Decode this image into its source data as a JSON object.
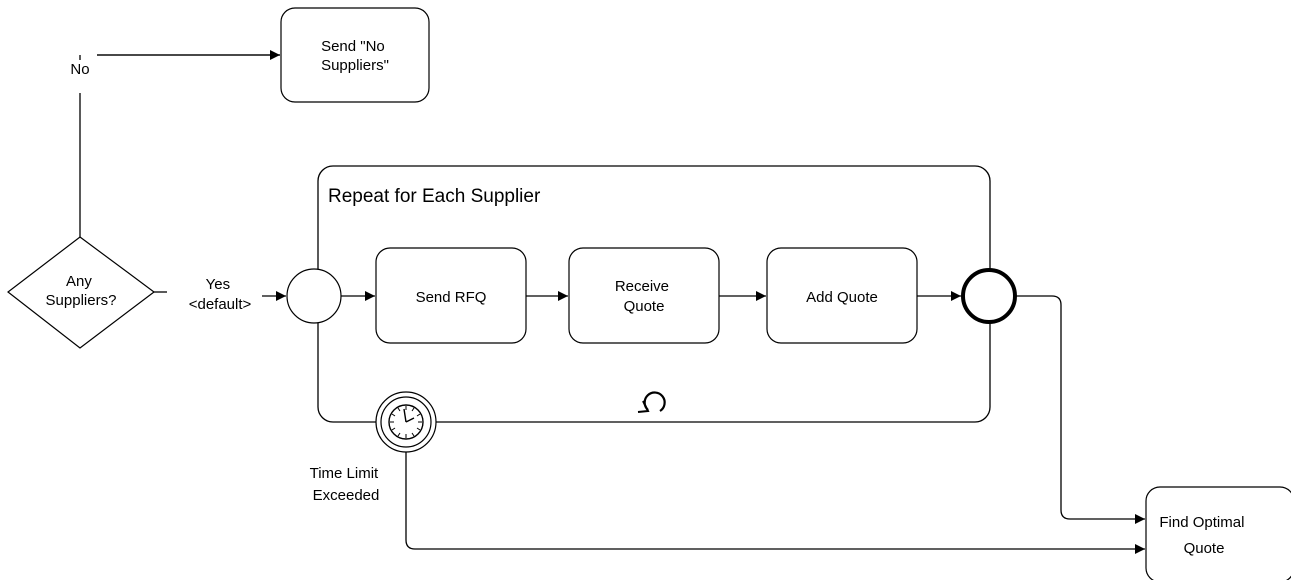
{
  "diagram": {
    "gateway": {
      "lines": [
        "Any",
        "Suppliers?"
      ]
    },
    "flow_no": {
      "label": "No"
    },
    "flow_yes": {
      "lines": [
        "Yes",
        "<default>"
      ]
    },
    "task_no_suppliers": {
      "lines": [
        "Send \"No",
        "Suppliers\""
      ]
    },
    "subprocess": {
      "title": "Repeat for Each Supplier",
      "loop_marker_icon": "loop-icon"
    },
    "task_send_rfq": {
      "lines": [
        "Send RFQ"
      ]
    },
    "task_receive_quote": {
      "lines": [
        "Receive",
        "Quote"
      ]
    },
    "task_add_quote": {
      "lines": [
        "Add Quote"
      ]
    },
    "timer_event": {
      "icon": "clock-icon",
      "lines": [
        "Time Limit",
        "Exceeded"
      ]
    },
    "task_find_optimal": {
      "lines": [
        "Find Optimal",
        "Quote"
      ]
    }
  }
}
